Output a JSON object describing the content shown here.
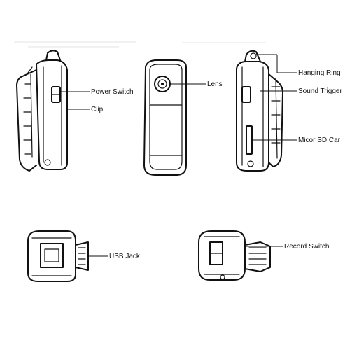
{
  "header": {
    "watermark_text": "",
    "watermark_color": "#d9d9d9"
  },
  "colors": {
    "ink": "#111111",
    "background": "#ffffff"
  },
  "views": {
    "left_side": {
      "icon": "camera-side-left-icon",
      "labels": {
        "power_switch": "Power Switch",
        "clip": "Clip"
      }
    },
    "front": {
      "icon": "camera-front-icon",
      "labels": {
        "lens": "Lens"
      }
    },
    "right_side": {
      "icon": "camera-side-right-icon",
      "labels": {
        "hanging_ring": "Hanging Ring",
        "sound_trigger": "Sound Trigger",
        "sd_card": "Micor SD  Car"
      }
    },
    "bottom": {
      "icon": "camera-bottom-icon",
      "labels": {
        "usb_jack": "USB Jack"
      }
    },
    "top": {
      "icon": "camera-top-icon",
      "labels": {
        "record_switch": "Record Switch"
      }
    }
  }
}
